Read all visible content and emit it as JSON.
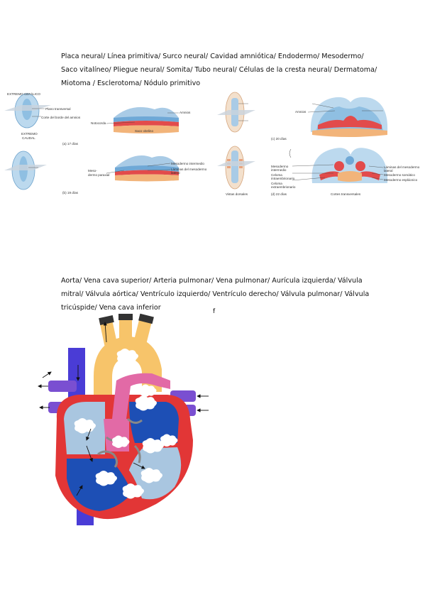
{
  "section1": {
    "lines": [
      "Placa neural/ Línea primitiva/ Surco neural/ Cavidad amniótica/ Endodermo/ Mesodermo/",
      "Saco vitalíneo/ Pliegue neural/ Somita/ Tubo neural/ Células de la cresta neural/ Dermatoma/",
      "Miotoma / Esclerotoma/ Nódulo primitivo"
    ]
  },
  "embryo_figure": {
    "labels": {
      "cefalico": "EXTREMO CEFÁLICO",
      "plano": "Plano transversal",
      "corte": "Corte del borde del amnios",
      "caudal1": "EXTREMO",
      "caudal2": "CAUDAL",
      "amnios1": "Amnios",
      "notocorda": "Notocorda",
      "saco": "Saco vitelino",
      "amnios2": "Amnios",
      "mes_int": "Mesodermo intermedio",
      "lam1": "Láminas del mesodermo",
      "lam2": "lateral",
      "meso_par1": "Meso-",
      "meso_par2": "dermo paraxial",
      "vistas": "Vistas dorsales",
      "cortes": "Cortes transversales",
      "r_mi1": "Mesodermo",
      "r_mi2": "intermedio",
      "r_ci1": "Celoma",
      "r_ci2": "intraembrionario",
      "r_ce1": "Celoma",
      "r_ce2": "extraembrionario",
      "r_lml1": "Láminas del mesodermo",
      "r_lml2": "lateral",
      "r_ms": "Mesodermo somático",
      "r_mv": "Mesodermo esplácnico"
    },
    "captions": {
      "a": "(a) 17 días",
      "b": "(b) 19 días",
      "c": "(c) 20 días",
      "d": "(d) 22 días"
    }
  },
  "section2": {
    "lines": [
      "Aorta/ Vena cava superior/ Arteria pulmonar/ Vena pulmonar/ Aurícula izquierda/ Válvula",
      "mitral/ Válvula aórtica/ Ventrículo izquierdo/ Ventrículo derecho/ Válvula pulmonar/ Válvula",
      "tricúspide/ Vena cava inferior"
    ],
    "stray_mark": "f"
  },
  "colors": {
    "aorta": "#f7c46a",
    "vena_cava": "#4a3cd6",
    "pulmonary_artery": "#e26aa6",
    "pulmonary_vein": "#7a4fd1",
    "heart_wall": "#e23636",
    "chamber_blue": "#1d4fb5",
    "chamber_light": "#a9c6e0",
    "ectoderm_blue": "#7fb5dc",
    "mesoderm_red": "#e24b4b",
    "endoderm_yellow": "#f2b47a"
  }
}
